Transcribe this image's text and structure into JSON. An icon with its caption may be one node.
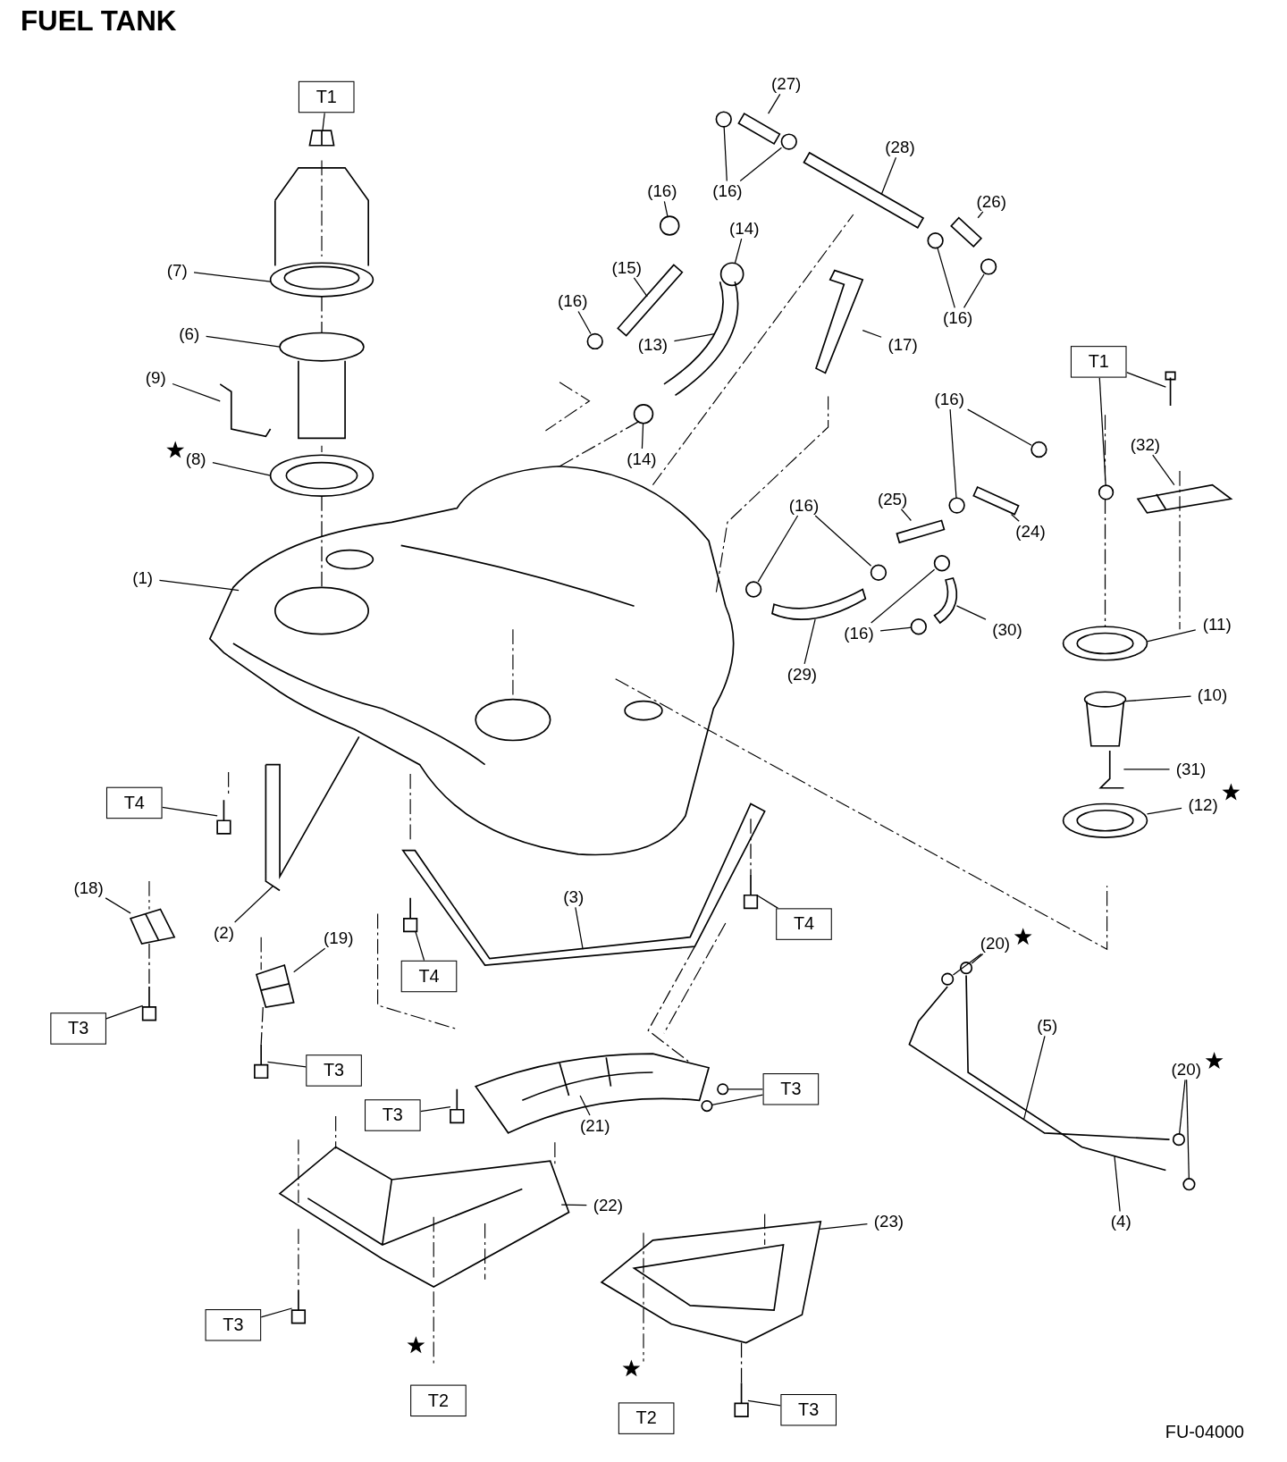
{
  "diagram": {
    "title": "FUEL TANK",
    "nodes": [
      {
        "text": [
          "T1"
        ]
      },
      {
        "text": [
          "(7)"
        ]
      },
      {
        "text": [
          "(6)"
        ]
      },
      {
        "text": [
          "(9)"
        ]
      },
      {
        "text": [
          "(8)"
        ]
      },
      {
        "text": [
          "(1)"
        ]
      },
      {
        "text": [
          "T4"
        ]
      },
      {
        "text": [
          "(18)"
        ]
      },
      {
        "text": [
          "(2)"
        ]
      },
      {
        "text": [
          "(19)"
        ]
      },
      {
        "text": [
          "T3"
        ]
      },
      {
        "text": [
          "T3"
        ]
      },
      {
        "text": [
          "(3)"
        ]
      },
      {
        "text": [
          "T4"
        ]
      },
      {
        "text": [
          "T4"
        ]
      },
      {
        "text": [
          "T3"
        ]
      },
      {
        "text": [
          "(21)"
        ]
      },
      {
        "text": [
          "T3"
        ]
      },
      {
        "text": [
          "(22)"
        ]
      },
      {
        "text": [
          "(23)"
        ]
      },
      {
        "text": [
          "T3"
        ]
      },
      {
        "text": [
          "T2"
        ]
      },
      {
        "text": [
          "T2"
        ]
      },
      {
        "text": [
          "T3"
        ]
      },
      {
        "text": [
          "(27)"
        ]
      },
      {
        "text": [
          "(16)"
        ]
      },
      {
        "text": [
          "(28)"
        ]
      },
      {
        "text": [
          "(16)"
        ]
      },
      {
        "text": [
          "(14)"
        ]
      },
      {
        "text": [
          "(15)"
        ]
      },
      {
        "text": [
          "(16)"
        ]
      },
      {
        "text": [
          "(13)"
        ]
      },
      {
        "text": [
          "(14)"
        ]
      },
      {
        "text": [
          "(26)"
        ]
      },
      {
        "text": [
          "(16)"
        ]
      },
      {
        "text": [
          "(17)"
        ]
      },
      {
        "text": [
          "(16)"
        ]
      },
      {
        "text": [
          "T1"
        ]
      },
      {
        "text": [
          "(32)"
        ]
      },
      {
        "text": [
          "(16)"
        ]
      },
      {
        "text": [
          "(25)"
        ]
      },
      {
        "text": [
          "(24)"
        ]
      },
      {
        "text": [
          "(29)"
        ]
      },
      {
        "text": [
          "(16)"
        ]
      },
      {
        "text": [
          "(30)"
        ]
      },
      {
        "text": [
          "(11)"
        ]
      },
      {
        "text": [
          "(10)"
        ]
      },
      {
        "text": [
          "(31)"
        ]
      },
      {
        "text": [
          "(12)"
        ]
      },
      {
        "text": [
          "(20)"
        ]
      },
      {
        "text": [
          "(5)"
        ]
      },
      {
        "text": [
          "(20)"
        ]
      },
      {
        "text": [
          "(4)"
        ]
      },
      {
        "text": [],
        "shape": "picture"
      },
      {
        "text": [],
        "shape": "picture"
      },
      {
        "text": [],
        "shape": "picture"
      },
      {
        "text": [],
        "shape": "picture"
      },
      {
        "text": [],
        "shape": "picture"
      },
      {
        "text": [],
        "shape": "picture"
      },
      {
        "text": [],
        "shape": "picture"
      },
      {
        "text": [],
        "shape": "picture"
      },
      {
        "text": [],
        "shape": "picture"
      },
      {
        "text": [],
        "shape": "picture"
      },
      {
        "text": [],
        "shape": "picture"
      },
      {
        "text": [],
        "shape": "picture"
      },
      {
        "text": [],
        "shape": "picture"
      },
      {
        "text": [],
        "shape": "picture"
      },
      {
        "text": [],
        "shape": "picture"
      },
      {
        "text": [],
        "shape": "picture"
      },
      {
        "text": [],
        "shape": "picture"
      },
      {
        "text": [],
        "shape": "circle"
      },
      {
        "text": [],
        "shape": "circle"
      },
      {
        "text": [],
        "shape": "picture"
      },
      {
        "text": [],
        "shape": "picture"
      },
      {
        "text": [],
        "shape": "picture"
      },
      {
        "text": [],
        "shape": "picture"
      },
      {
        "text": [],
        "shape": "box"
      },
      {
        "text": [],
        "shape": "circle"
      },
      {
        "text": [],
        "shape": "circle"
      },
      {
        "text": [],
        "shape": "box"
      },
      {
        "text": [],
        "shape": "circle"
      },
      {
        "text": [],
        "shape": "circle"
      },
      {
        "text": [],
        "shape": "box"
      },
      {
        "text": [],
        "shape": "circle"
      },
      {
        "text": [],
        "shape": "picture"
      },
      {
        "text": [],
        "shape": "circle"
      },
      {
        "text": [],
        "shape": "box"
      },
      {
        "text": [],
        "shape": "circle"
      },
      {
        "text": [],
        "shape": "circle"
      },
      {
        "text": [],
        "shape": "picture"
      },
      {
        "text": [],
        "shape": "circle"
      },
      {
        "text": [],
        "shape": "circle"
      },
      {
        "text": [],
        "shape": "picture"
      },
      {
        "text": [],
        "shape": "circle"
      },
      {
        "text": [],
        "shape": "picture"
      },
      {
        "text": [],
        "shape": "circle"
      },
      {
        "text": [],
        "shape": "circle"
      },
      {
        "text": [],
        "shape": "box"
      },
      {
        "text": [],
        "shape": "box"
      },
      {
        "text": [],
        "shape": "picture"
      },
      {
        "text": [],
        "shape": "circle"
      },
      {
        "text": [],
        "shape": "circle"
      },
      {
        "text": [],
        "shape": "picture"
      },
      {
        "text": [],
        "shape": "picture"
      },
      {
        "text": [],
        "shape": "picture"
      },
      {
        "text": [],
        "shape": "picture"
      },
      {
        "text": [],
        "shape": "picture"
      },
      {
        "text": [],
        "shape": "circle"
      },
      {
        "text": [],
        "shape": "circle"
      },
      {
        "text": [],
        "shape": "picture"
      },
      {
        "text": [],
        "shape": "circle"
      },
      {
        "text": [],
        "shape": "circle"
      },
      {
        "text": [],
        "shape": "picture"
      }
    ],
    "edges": [
      {
        "from": 0,
        "to": 53,
        "arrow": "none"
      },
      {
        "from": 1,
        "to": 54,
        "arrow": "none"
      },
      {
        "from": 2,
        "to": 55,
        "arrow": "none"
      },
      {
        "from": 3,
        "to": 56,
        "arrow": "none"
      },
      {
        "from": 4,
        "to": 57,
        "arrow": "none"
      },
      {
        "from": 5,
        "to": 58,
        "arrow": "none"
      },
      {
        "from": 6,
        "to": 59,
        "arrow": "none"
      },
      {
        "from": 7,
        "to": 60,
        "arrow": "none"
      },
      {
        "from": 8,
        "to": 61,
        "arrow": "none"
      },
      {
        "from": 9,
        "to": 62,
        "arrow": "none"
      },
      {
        "from": 10,
        "to": 63,
        "arrow": "none"
      },
      {
        "from": 11,
        "to": 64,
        "arrow": "none"
      },
      {
        "from": 12,
        "to": 65,
        "arrow": "none"
      },
      {
        "from": 13,
        "to": 66,
        "arrow": "none"
      },
      {
        "from": 14,
        "to": 67,
        "arrow": "none"
      },
      {
        "from": 15,
        "to": 68,
        "arrow": "none"
      },
      {
        "from": 16,
        "to": 69,
        "arrow": "none"
      },
      {
        "from": 17,
        "to": 70,
        "arrow": "none"
      },
      {
        "from": 17,
        "to": 71,
        "arrow": "none"
      },
      {
        "from": 18,
        "to": 72,
        "arrow": "none"
      },
      {
        "from": 19,
        "to": 73,
        "arrow": "none"
      },
      {
        "from": 20,
        "to": 74,
        "arrow": "none"
      },
      {
        "from": 23,
        "to": 75,
        "arrow": "none"
      },
      {
        "from": 24,
        "to": 76,
        "arrow": "none"
      },
      {
        "from": 25,
        "to": 77,
        "arrow": "none"
      },
      {
        "from": 25,
        "to": 78,
        "arrow": "none"
      },
      {
        "from": 26,
        "to": 79,
        "arrow": "none"
      },
      {
        "from": 27,
        "to": 80,
        "arrow": "none"
      },
      {
        "from": 28,
        "to": 81,
        "arrow": "none"
      },
      {
        "from": 29,
        "to": 82,
        "arrow": "none"
      },
      {
        "from": 30,
        "to": 83,
        "arrow": "none"
      },
      {
        "from": 31,
        "to": 84,
        "arrow": "none"
      },
      {
        "from": 32,
        "to": 85,
        "arrow": "none"
      },
      {
        "from": 33,
        "to": 86,
        "arrow": "none"
      },
      {
        "from": 34,
        "to": 87,
        "arrow": "none"
      },
      {
        "from": 34,
        "to": 88,
        "arrow": "none"
      },
      {
        "from": 35,
        "to": 89,
        "arrow": "none"
      },
      {
        "from": 36,
        "to": 90,
        "arrow": "none"
      },
      {
        "from": 36,
        "to": 91,
        "arrow": "none"
      },
      {
        "from": 37,
        "to": 92,
        "arrow": "none"
      },
      {
        "from": 37,
        "to": 93,
        "arrow": "none"
      },
      {
        "from": 38,
        "to": 94,
        "arrow": "none"
      },
      {
        "from": 39,
        "to": 95,
        "arrow": "none"
      },
      {
        "from": 39,
        "to": 96,
        "arrow": "none"
      },
      {
        "from": 40,
        "to": 97,
        "arrow": "none"
      },
      {
        "from": 41,
        "to": 98,
        "arrow": "none"
      },
      {
        "from": 42,
        "to": 99,
        "arrow": "none"
      },
      {
        "from": 43,
        "to": 100,
        "arrow": "none"
      },
      {
        "from": 43,
        "to": 101,
        "arrow": "none"
      },
      {
        "from": 44,
        "to": 102,
        "arrow": "none"
      },
      {
        "from": 45,
        "to": 103,
        "arrow": "none"
      },
      {
        "from": 46,
        "to": 104,
        "arrow": "none"
      },
      {
        "from": 47,
        "to": 105,
        "arrow": "none"
      },
      {
        "from": 48,
        "to": 106,
        "arrow": "none"
      },
      {
        "from": 49,
        "to": 107,
        "arrow": "none"
      },
      {
        "from": 49,
        "to": 108,
        "arrow": "none"
      },
      {
        "from": 50,
        "to": 109,
        "arrow": "none"
      },
      {
        "from": 51,
        "to": 110,
        "arrow": "none"
      },
      {
        "from": 51,
        "to": 111,
        "arrow": "none"
      },
      {
        "from": 52,
        "to": 112,
        "arrow": "none"
      },
      {
        "from": 54,
        "to": 55,
        "arrow": "none",
        "style": "dashed"
      },
      {
        "from": 57,
        "to": 58,
        "arrow": "none",
        "style": "dashed"
      },
      {
        "from": 60,
        "to": 63,
        "arrow": "none",
        "style": "dashed"
      },
      {
        "from": 62,
        "to": 64,
        "arrow": "none",
        "style": "dashed"
      },
      {
        "from": 65,
        "to": 67,
        "arrow": "none",
        "style": "dashed"
      },
      {
        "from": 73,
        "to": 75,
        "arrow": "none",
        "style": "dashed"
      },
      {
        "from": 93,
        "to": 103,
        "arrow": "none",
        "style": "dashed"
      },
      {
        "from": 65,
        "to": 69,
        "arrow": "none",
        "style": "dashed"
      },
      {
        "from": 85,
        "to": 58,
        "arrow": "none",
        "style": "dashed"
      }
    ],
    "labels": [
      "FU-04000"
    ]
  }
}
